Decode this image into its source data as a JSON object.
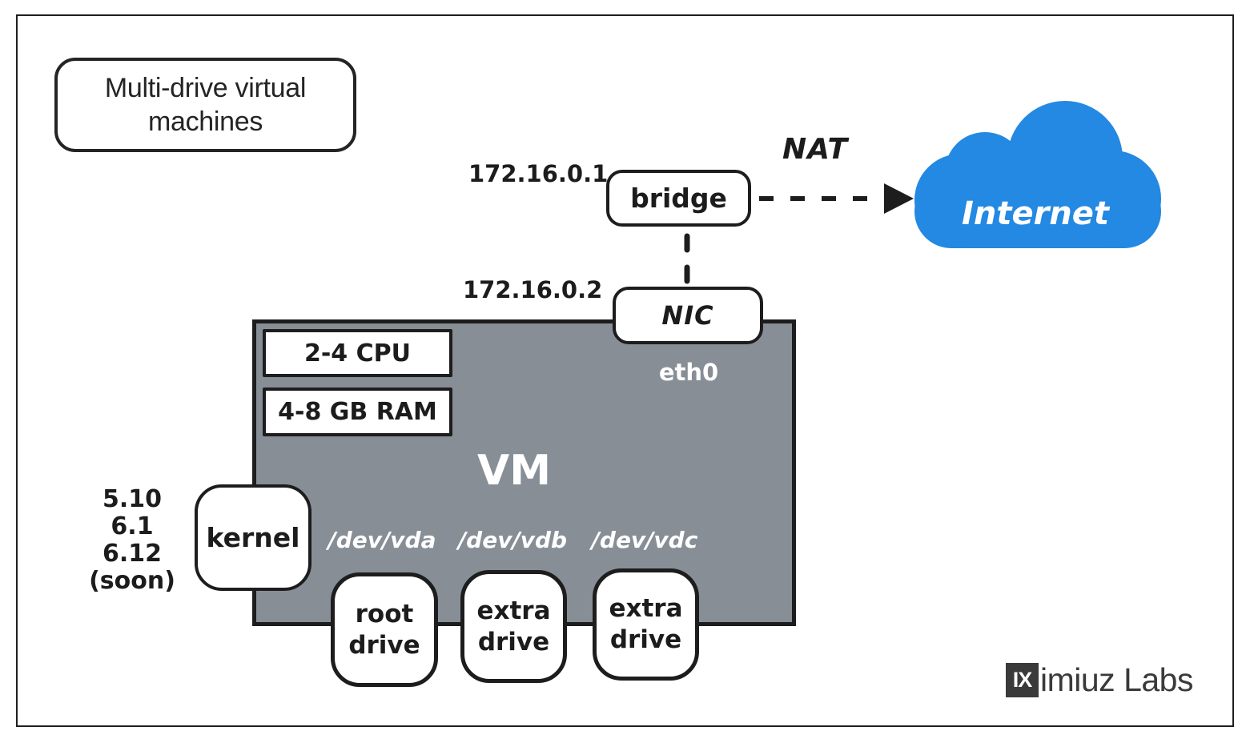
{
  "colors": {
    "internet_blue": "#2389E2",
    "vm_gray": "#878E96",
    "line_black": "#1D1D1D",
    "logo_gray": "#3A3A3A"
  },
  "title": "Multi-drive virtual machines",
  "network": {
    "bridge_ip": "172.16.0.1",
    "bridge_label": "bridge",
    "nat_label": "NAT",
    "internet_label": "Internet",
    "nic_ip": "172.16.0.2",
    "nic_label": "NIC",
    "iface_label": "eth0"
  },
  "vm": {
    "label": "VM",
    "cpu": "2-4 CPU",
    "ram": "4-8 GB RAM"
  },
  "kernel": {
    "label": "kernel",
    "versions": [
      "5.10",
      "6.1",
      "6.12",
      "(soon)"
    ]
  },
  "drives": [
    {
      "dev": "/dev/vda",
      "line1": "root",
      "line2": "drive"
    },
    {
      "dev": "/dev/vdb",
      "line1": "extra",
      "line2": "drive"
    },
    {
      "dev": "/dev/vdc",
      "line1": "extra",
      "line2": "drive"
    }
  ],
  "logo": {
    "mark": "IX",
    "text": "imiuz Labs"
  }
}
